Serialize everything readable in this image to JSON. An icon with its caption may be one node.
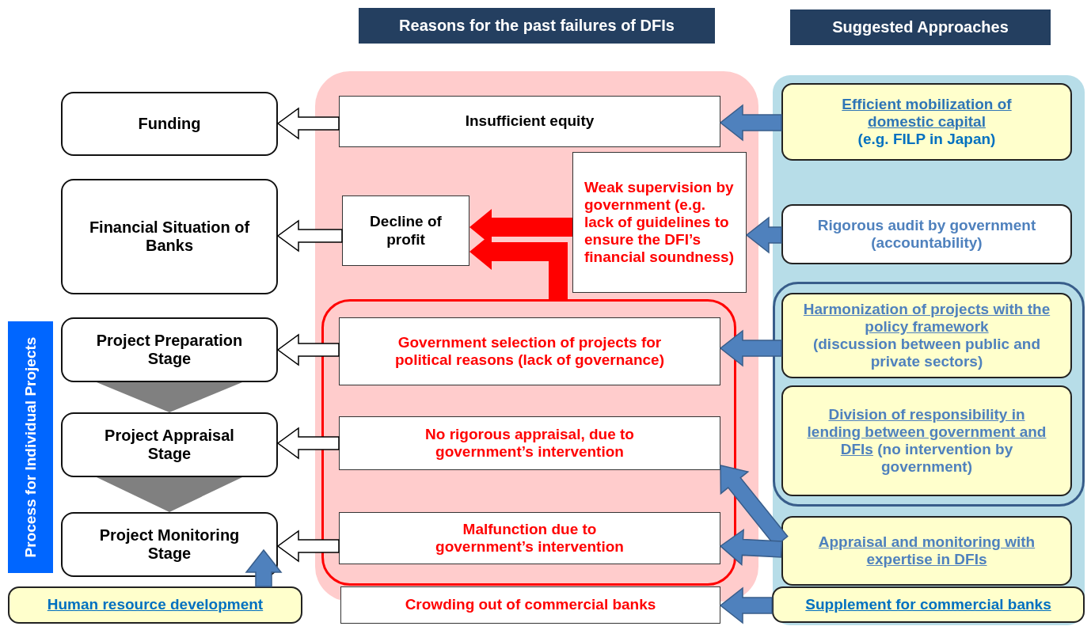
{
  "diagram": {
    "nodes": [
      {
        "text": [
          "Reasons for the past failures of DFIs"
        ]
      },
      {
        "text": [
          "Suggested Approaches"
        ]
      },
      {
        "text": [
          "Funding"
        ]
      },
      {
        "text": [
          "Financial Situation of Banks"
        ]
      },
      {
        "text": [
          "Process for Individual Projects"
        ]
      },
      {
        "text": [
          "Project Preparation Stage"
        ]
      },
      {
        "text": [
          "Project Appraisal Stage"
        ]
      },
      {
        "text": [
          "Project Monitoring Stage"
        ]
      },
      {
        "text": [
          "Human resource development"
        ]
      },
      {
        "text": [
          "Insufficient equity"
        ]
      },
      {
        "text": [
          "Decline of profit"
        ]
      },
      {
        "text": [
          "Weak supervision by government (e.g. lack of guidelines to ensure the DFI’s financial soundness)"
        ]
      },
      {
        "text": [],
        "shape": "box"
      },
      {
        "text": [
          "Government selection of projects for political reasons (lack of governance)"
        ],
        "in": 12
      },
      {
        "text": [
          "No rigorous appraisal, due to government’s intervention"
        ],
        "in": 12
      },
      {
        "text": [
          "Malfunction due to government’s intervention"
        ],
        "in": 12
      },
      {
        "text": [
          "Crowding out of commercial banks"
        ]
      },
      {
        "text": [
          "Efficient mobilization of domestic capital",
          "(e.g. FILP in Japan)"
        ]
      },
      {
        "text": [
          "Rigorous audit by government (accountability)"
        ]
      },
      {
        "text": [
          "Harmonization of projects with the policy framework",
          "(discussion between public and private sectors)"
        ]
      },
      {
        "text": [
          "Division of responsibility in lending between government and DFIs",
          "(no intervention by government)"
        ]
      },
      {
        "text": [
          "Appraisal and monitoring with expertise in DFIs"
        ]
      },
      {
        "text": [
          "Supplement for commercial banks"
        ]
      }
    ],
    "edges": [
      {
        "from": 9,
        "to": 2,
        "arrow": "to",
        "color": "#ffffff"
      },
      {
        "from": 10,
        "to": 3,
        "arrow": "to",
        "color": "#ffffff"
      },
      {
        "from": 13,
        "to": 5,
        "arrow": "to",
        "color": "#ffffff"
      },
      {
        "from": 14,
        "to": 6,
        "arrow": "to",
        "color": "#ffffff"
      },
      {
        "from": 15,
        "to": 7,
        "arrow": "to",
        "color": "#ffffff"
      },
      {
        "from": 11,
        "to": 10,
        "arrow": "to",
        "style": "thick",
        "color": "#ff0000"
      },
      {
        "from": 12,
        "to": 10,
        "arrow": "to",
        "style": "thick",
        "color": "#ff0000"
      },
      {
        "from": 17,
        "to": 9,
        "arrow": "to"
      },
      {
        "from": 18,
        "to": 11,
        "arrow": "to"
      },
      {
        "from": 19,
        "to": 13,
        "arrow": "to"
      },
      {
        "from": 21,
        "to": 14,
        "arrow": "to"
      },
      {
        "from": 21,
        "to": 15,
        "arrow": "to"
      },
      {
        "from": 22,
        "to": 16,
        "arrow": "to"
      },
      {
        "from": 8,
        "to": 7,
        "arrow": "to"
      },
      {
        "from": 5,
        "to": 6,
        "arrow": "to",
        "color": "#808080"
      },
      {
        "from": 6,
        "to": 7,
        "arrow": "to",
        "color": "#808080"
      }
    ]
  }
}
